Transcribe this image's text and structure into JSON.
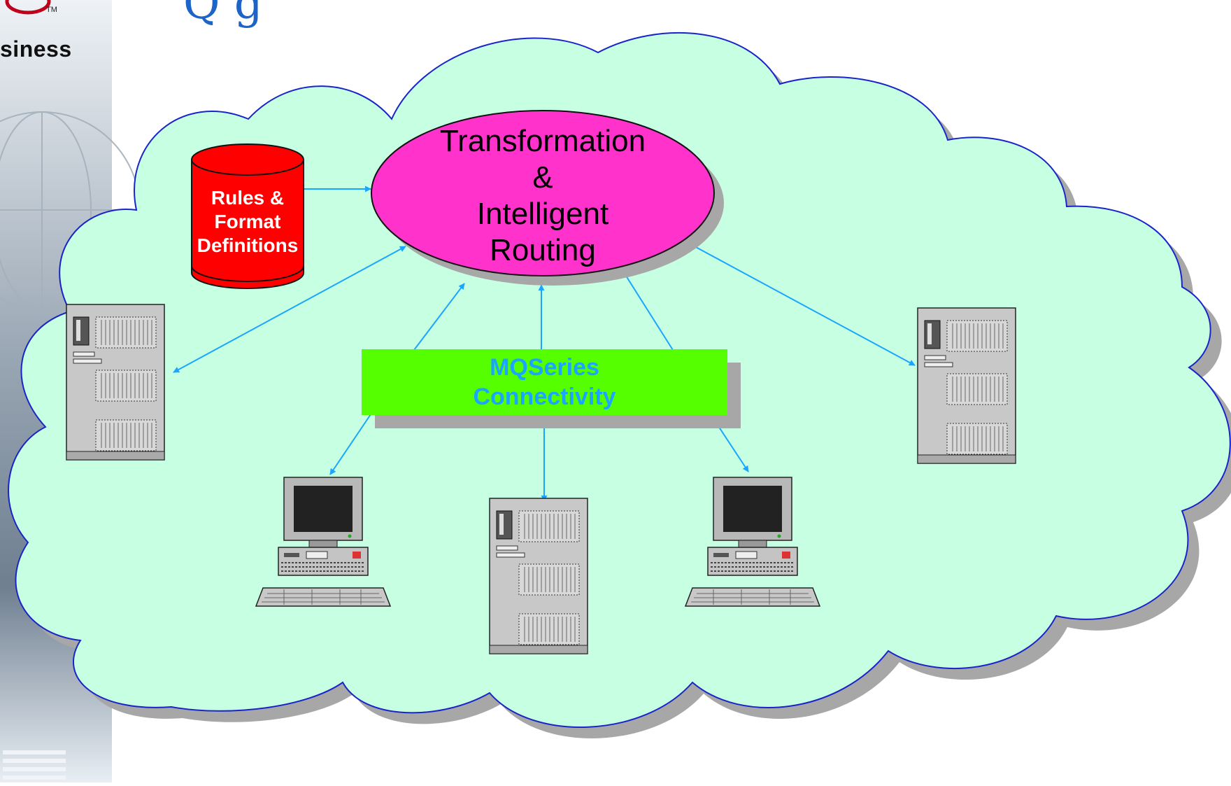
{
  "header": {
    "title_fragment": "Q                  g",
    "brand_fragment": "siness",
    "tm": "TM"
  },
  "diagram": {
    "hub": {
      "lines": [
        "Transformation",
        "&",
        "Intelligent",
        "Routing"
      ]
    },
    "database": {
      "lines": [
        "Rules &",
        "Format",
        "Definitions"
      ]
    },
    "middleware": {
      "lines": [
        "MQSeries",
        "Connectivity"
      ]
    },
    "nodes": [
      "server-left",
      "workstation-left",
      "server-center",
      "workstation-right",
      "server-right"
    ]
  },
  "colors": {
    "cloud_fill": "#c6ffe2",
    "cloud_stroke": "#1a24c8",
    "hub_fill": "#ff33cc",
    "db_fill": "#ff0000",
    "mq_fill": "#55ff00",
    "mq_text": "#1aa6ff",
    "arrow": "#1aa6ff",
    "title": "#1d64c8"
  }
}
